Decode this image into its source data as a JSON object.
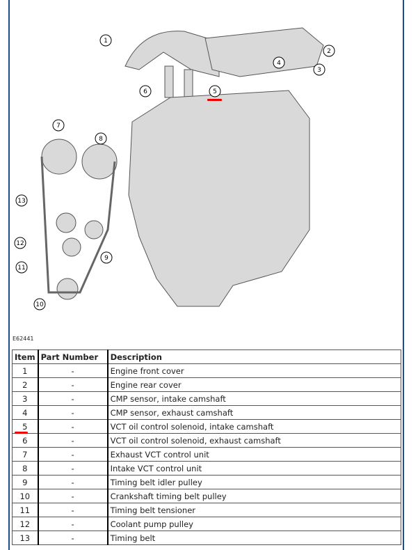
{
  "figure": {
    "id": "E62441",
    "callouts": [
      "1",
      "2",
      "3",
      "4",
      "5",
      "6",
      "7",
      "8",
      "9",
      "10",
      "11",
      "12",
      "13"
    ],
    "highlight": "5",
    "highlight_color": "#e00000"
  },
  "table": {
    "headers": [
      "Item",
      "Part Number",
      "Description"
    ],
    "rows": [
      [
        "1",
        "-",
        "Engine front cover"
      ],
      [
        "2",
        "-",
        "Engine rear cover"
      ],
      [
        "3",
        "-",
        "CMP sensor, intake camshaft"
      ],
      [
        "4",
        "-",
        "CMP sensor, exhaust camshaft"
      ],
      [
        "5",
        "-",
        "VCT oil control solenoid, intake camshaft"
      ],
      [
        "6",
        "-",
        "VCT oil control solenoid, exhaust camshaft"
      ],
      [
        "7",
        "-",
        "Exhaust VCT control unit"
      ],
      [
        "8",
        "-",
        "Intake VCT control unit"
      ],
      [
        "9",
        "-",
        "Timing belt idler pulley"
      ],
      [
        "10",
        "-",
        "Crankshaft timing belt pulley"
      ],
      [
        "11",
        "-",
        "Timing belt tensioner"
      ],
      [
        "12",
        "-",
        "Coolant pump pulley"
      ],
      [
        "13",
        "-",
        "Timing belt"
      ]
    ]
  }
}
